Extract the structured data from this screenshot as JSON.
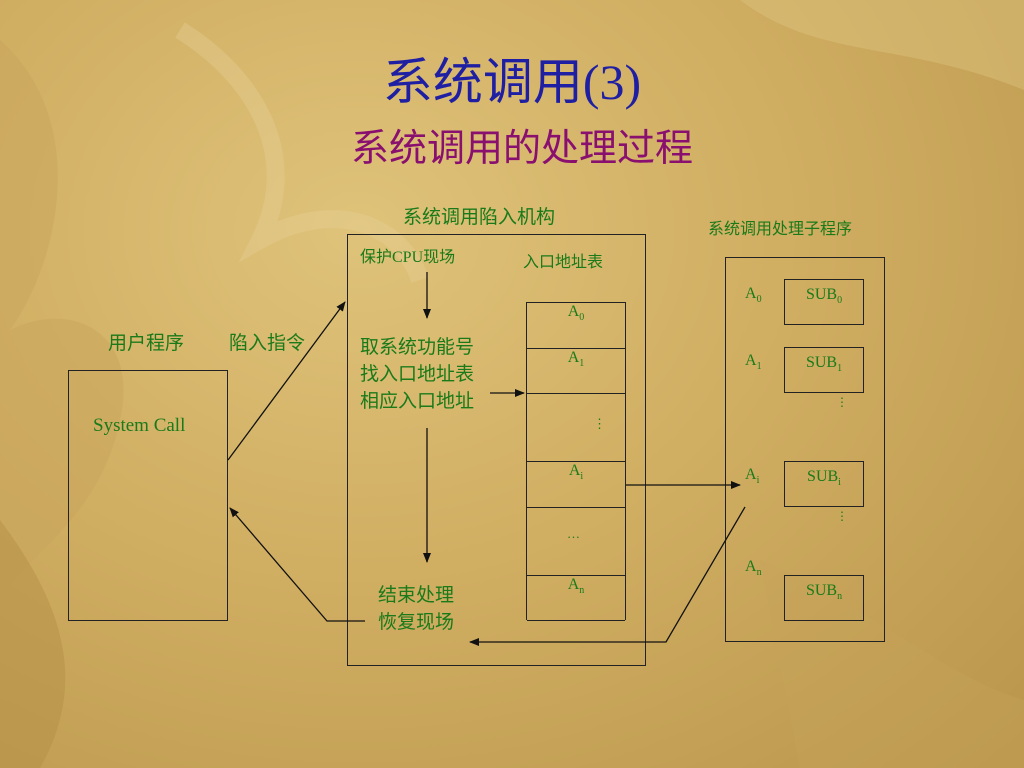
{
  "title": "系统调用(3)",
  "subtitle": "系统调用的处理过程",
  "user_program": {
    "label": "用户程序",
    "trap_label": "陷入指令",
    "call_label": "System Call"
  },
  "trap_mechanism": {
    "label": "系统调用陷入机构",
    "save_cpu": "保护CPU现场",
    "table_label": "入口地址表",
    "steps": [
      "取系统功能号",
      "找入口地址表",
      "相应入口地址"
    ],
    "end_steps": [
      "结束处理",
      "恢复现场"
    ],
    "table_entries": [
      {
        "base": "A",
        "sub": "0"
      },
      {
        "base": "A",
        "sub": "1"
      },
      {
        "base": "",
        "sub": "",
        "dots": "⋮"
      },
      {
        "base": "A",
        "sub": "i"
      },
      {
        "base": "",
        "sub": "",
        "dots": "…"
      },
      {
        "base": "A",
        "sub": "n"
      }
    ]
  },
  "subroutines": {
    "label": "系统调用处理子程序",
    "entries": [
      {
        "addr_base": "A",
        "addr_sub": "0",
        "sub_base": "SUB",
        "sub_sub": "0"
      },
      {
        "addr_base": "A",
        "addr_sub": "1",
        "sub_base": "SUB",
        "sub_sub": "1"
      },
      {
        "addr_base": "A",
        "addr_sub": "i",
        "sub_base": "SUB",
        "sub_sub": "i"
      },
      {
        "addr_base": "A",
        "addr_sub": "n",
        "sub_base": "SUB",
        "sub_sub": "n"
      }
    ],
    "dots": "⋮"
  }
}
